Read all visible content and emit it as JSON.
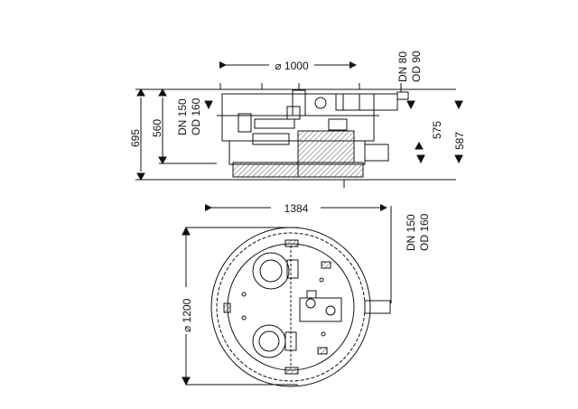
{
  "drawing": {
    "top_view_width_label": "⌀ 1000",
    "inlet_top_line1": "DN 80",
    "inlet_top_line2": "OD 90",
    "height_695": "695",
    "height_560": "560",
    "dn150_line1": "DN 150",
    "dn150_line2": "OD 160",
    "height_575": "575",
    "height_587": "587",
    "plan_width_label": "1384",
    "plan_dn150_line1": "DN 150",
    "plan_dn150_line2": "OD 160",
    "plan_diameter_label": "⌀ 1200"
  },
  "colors": {
    "line": "#111111",
    "hatch": "#555555"
  }
}
